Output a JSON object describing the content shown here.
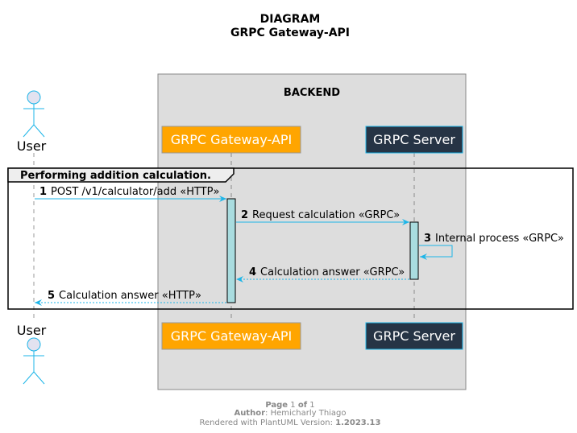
{
  "header": {
    "line1": "DIAGRAM",
    "line2": "GRPC Gateway-API"
  },
  "box": {
    "title": "BACKEND",
    "fill": "#DDDDDD"
  },
  "participants": {
    "user": "User",
    "gateway": "GRPC Gateway-API",
    "server": "GRPC Server"
  },
  "group": {
    "label": "Performing addition calculation."
  },
  "messages": [
    {
      "num": "1",
      "text": "POST /v1/calculator/add «HTTP»"
    },
    {
      "num": "2",
      "text": "Request calculation «GRPC»"
    },
    {
      "num": "3",
      "text": "Internal process «GRPC»"
    },
    {
      "num": "4",
      "text": "Calculation answer «GRPC»"
    },
    {
      "num": "5",
      "text": "Calculation answer «HTTP»"
    }
  ],
  "footer": {
    "page_bold": "Page",
    "page_num": "1",
    "page_of": "of",
    "page_total": "1",
    "author_bold": "Author",
    "author_value": ": Hemicharly Thiago",
    "rendered_text": "Rendered with PlantUML Version: ",
    "version": "1.2023.13"
  },
  "colors": {
    "arrow": "#1DB5E8",
    "gateway_fill": "#FFA500",
    "server_fill": "#263445",
    "activation_fill": "#A9DCDF",
    "actor_fill": "#E2E2F0",
    "actor_stroke": "#1DB5E8"
  }
}
